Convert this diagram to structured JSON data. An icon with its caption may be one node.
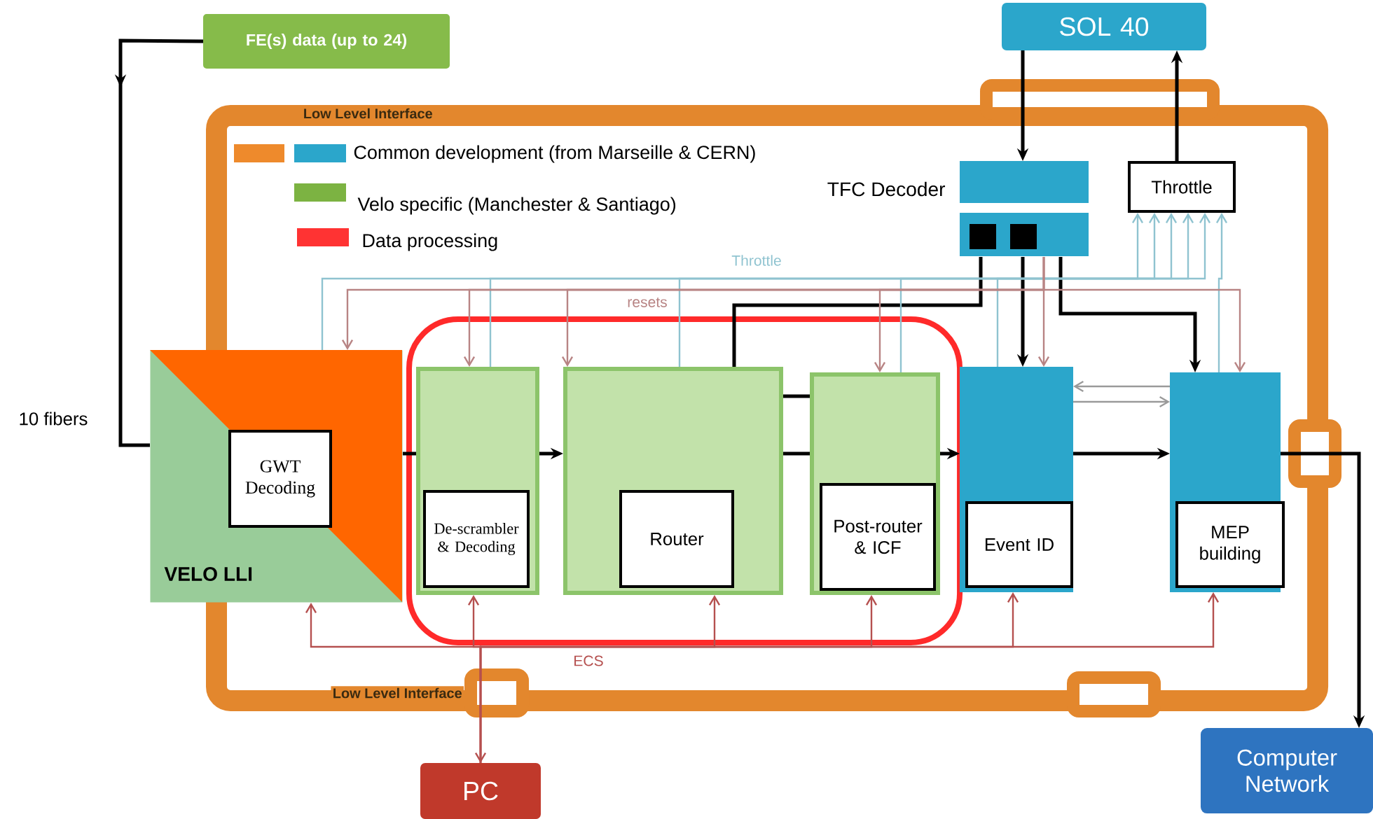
{
  "diagram": {
    "nodes": [
      {
        "text": [
          "FE(s) data (up to 24)"
        ]
      },
      {
        "text": [
          "SOL 40"
        ]
      },
      {
        "text": [
          "Low Level Interface",
          "Low Level Interface"
        ]
      },
      {
        "text": [
          "Throttle"
        ],
        "in": 2
      },
      {
        "text": [
          "TFC Decoder"
        ],
        "in": 2
      },
      {
        "text": [
          "VELO LLI"
        ]
      },
      {
        "text": [
          "GWT Decoding"
        ]
      },
      {
        "text": [],
        "shape": "box",
        "in": 2
      },
      {
        "text": [],
        "shape": "box",
        "in": 7
      },
      {
        "text": [
          "De-scrambler & Decoding"
        ],
        "in": 8
      },
      {
        "text": [],
        "shape": "box",
        "in": 7
      },
      {
        "text": [
          "Router"
        ],
        "in": 10
      },
      {
        "text": [],
        "shape": "box",
        "in": 7
      },
      {
        "text": [
          "Post-router & ICF"
        ],
        "in": 12
      },
      {
        "text": [],
        "shape": "box",
        "in": 2
      },
      {
        "text": [
          "Event ID"
        ],
        "in": 14
      },
      {
        "text": [],
        "shape": "box",
        "in": 2
      },
      {
        "text": [
          "MEP building"
        ],
        "in": 16
      },
      {
        "text": [
          "PC"
        ]
      },
      {
        "text": [
          "Computer Network"
        ]
      }
    ],
    "edges": [
      {
        "from": 0,
        "to": 5,
        "arrow": "to",
        "label": "10 fibers"
      },
      {
        "from": 5,
        "to": 8,
        "arrow": "none"
      },
      {
        "from": 8,
        "to": 10,
        "arrow": "to"
      },
      {
        "from": 10,
        "to": 12,
        "arrow": "none"
      },
      {
        "from": 10,
        "to": 12,
        "arrow": "none"
      },
      {
        "from": 12,
        "to": 14,
        "arrow": "to"
      },
      {
        "from": 14,
        "to": 16,
        "arrow": "to"
      },
      {
        "from": 16,
        "to": 19,
        "arrow": "to"
      },
      {
        "from": 1,
        "to": 4,
        "arrow": "to"
      },
      {
        "from": 3,
        "to": 1,
        "arrow": "to"
      },
      {
        "from": 4,
        "to": 10,
        "arrow": "none"
      },
      {
        "from": 4,
        "to": 14,
        "arrow": "to"
      },
      {
        "from": 4,
        "to": 16,
        "arrow": "to"
      },
      {
        "from": 16,
        "to": 14,
        "arrow": "to",
        "color": "#9a9a9a"
      },
      {
        "from": 14,
        "to": 16,
        "arrow": "to",
        "color": "#9a9a9a"
      },
      {
        "from": 5,
        "to": 3,
        "arrow": "to",
        "color": "#8fc3d0"
      },
      {
        "from": 8,
        "to": 3,
        "arrow": "to",
        "color": "#8fc3d0"
      },
      {
        "from": 10,
        "to": 3,
        "arrow": "to",
        "color": "#8fc3d0",
        "label": "Throttle"
      },
      {
        "from": 12,
        "to": 3,
        "arrow": "to",
        "color": "#8fc3d0"
      },
      {
        "from": 14,
        "to": 3,
        "arrow": "to",
        "color": "#8fc3d0"
      },
      {
        "from": 16,
        "to": 3,
        "arrow": "to",
        "color": "#8fc3d0"
      },
      {
        "from": 4,
        "to": 5,
        "arrow": "to",
        "color": "#b88484"
      },
      {
        "from": 4,
        "to": 8,
        "arrow": "to",
        "color": "#b88484",
        "label": "resets"
      },
      {
        "from": 4,
        "to": 10,
        "arrow": "to",
        "color": "#b88484"
      },
      {
        "from": 4,
        "to": 12,
        "arrow": "to",
        "color": "#b88484"
      },
      {
        "from": 4,
        "to": 14,
        "arrow": "to",
        "color": "#b88484"
      },
      {
        "from": 4,
        "to": 16,
        "arrow": "to",
        "color": "#b88484"
      },
      {
        "from": 18,
        "to": 5,
        "arrow": "both",
        "color": "#b5504f"
      },
      {
        "from": 18,
        "to": 8,
        "arrow": "to",
        "color": "#b5504f"
      },
      {
        "from": 18,
        "to": 10,
        "arrow": "to",
        "color": "#b5504f",
        "label": "ECS"
      },
      {
        "from": 18,
        "to": 12,
        "arrow": "to",
        "color": "#b5504f"
      },
      {
        "from": 18,
        "to": 14,
        "arrow": "to",
        "color": "#b5504f"
      },
      {
        "from": 18,
        "to": 16,
        "arrow": "to",
        "color": "#b5504f"
      }
    ],
    "legend": [
      {
        "text": "Common development (from Marseille & CERN)",
        "color": "#ee8a2c"
      },
      {
        "text": "Velo specific (Manchester & Santiago)",
        "color": "#7cb342"
      },
      {
        "text": "Data processing",
        "color": "#ff3333"
      }
    ]
  }
}
